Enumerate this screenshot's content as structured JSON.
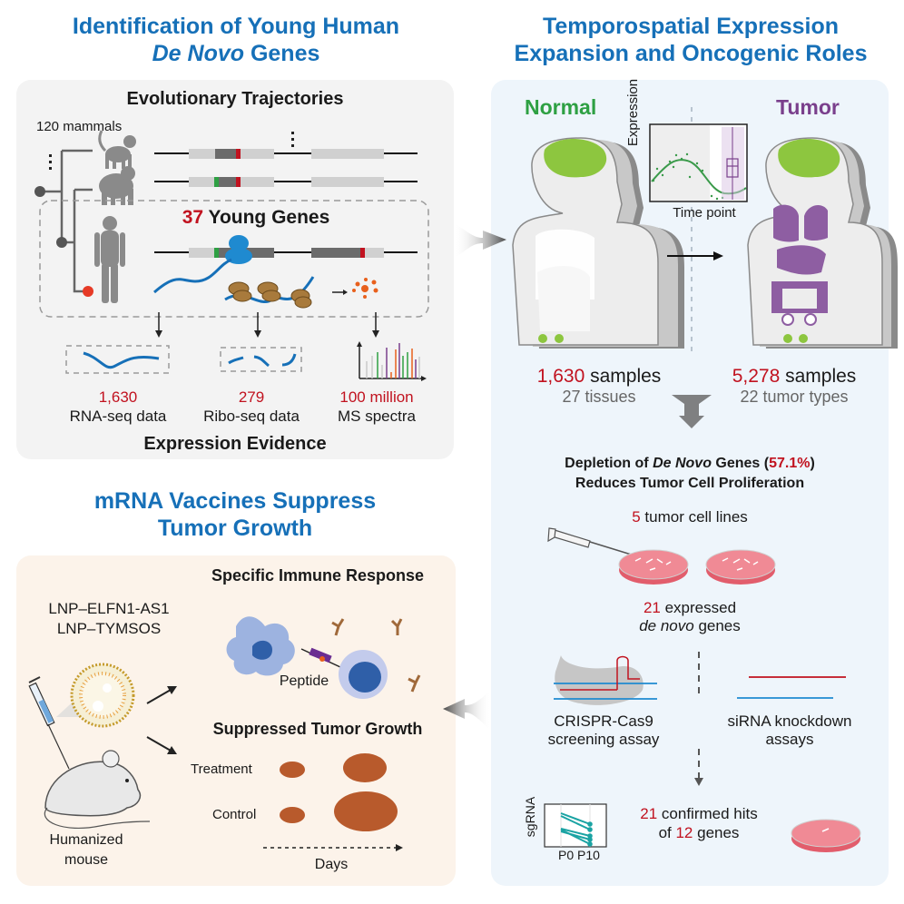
{
  "sections": {
    "identification": {
      "title_line1": "Identification of Young Human",
      "title_italic": "De Novo",
      "title_line2_rest": " Genes",
      "evolution_title": "Evolutionary Trajectories",
      "mammals_label": "120 mammals",
      "young_genes_count": "37",
      "young_genes_label": " Young Genes",
      "evidence_title": "Expression Evidence",
      "evidence": [
        {
          "value": "1,630",
          "label": "RNA-seq data",
          "icon": "rna-wave-icon"
        },
        {
          "value": "279",
          "label": "Ribo-seq data",
          "icon": "ribo-fragments-icon"
        },
        {
          "value": "100 million",
          "label": "MS spectra",
          "icon": "ms-spectrum-icon"
        }
      ]
    },
    "temporospatial": {
      "title_line1": "Temporospatial Expression",
      "title_line2": "Expansion and Oncogenic Roles",
      "normal_label": "Normal",
      "tumor_label": "Tumor",
      "plot_ylabel": "Expression",
      "plot_xlabel": "Time point",
      "normal_samples_value": "1,630",
      "normal_samples_label": " samples",
      "normal_tissues": "27 tissues",
      "tumor_samples_value": "5,278",
      "tumor_samples_label": " samples",
      "tumor_types": "22 tumor types",
      "depletion_prefix": "Depletion of ",
      "depletion_italic": "De Novo",
      "depletion_mid": " Genes (",
      "depletion_pct": "57.1%",
      "depletion_suffix": ")",
      "depletion_line2": "Reduces Tumor Cell Proliferation",
      "cell_lines_count": "5",
      "cell_lines_label": " tumor cell lines",
      "expressed_count": "21",
      "expressed_label": " expressed",
      "expressed_italic": "de novo",
      "expressed_rest": " genes",
      "crispr_line1": "CRISPR-Cas9",
      "crispr_line2": "screening assay",
      "sirna_line1": "siRNA knockdown",
      "sirna_line2": "assays",
      "sgrna_ylabel": "sgRNA",
      "sgrna_xlabels": "P0 P10",
      "hits_count": "21",
      "hits_label": " confirmed hits",
      "hits_of": "of ",
      "hits_genes_count": "12",
      "hits_genes_label": " genes"
    },
    "vaccines": {
      "title_line1": "mRNA Vaccines Suppress",
      "title_line2": "Tumor Growth",
      "lnp1": "LNP–ELFN1-AS1",
      "lnp2": "LNP–TYMSOS",
      "immune_title": "Specific Immune Response",
      "peptide_label": "Peptide",
      "suppressed_title": "Suppressed Tumor Growth",
      "treatment_label": "Treatment",
      "control_label": "Control",
      "days_label": "Days",
      "mouse_line1": "Humanized",
      "mouse_line2": "mouse"
    }
  },
  "colors": {
    "title_blue": "#1670b8",
    "highlight_red": "#c1121f",
    "normal_green": "#2ea043",
    "tumor_purple": "#7a3f8c",
    "organ_green": "#8dc63f",
    "organ_purple": "#8e5ea2",
    "tumor_brown": "#b85a2c"
  }
}
